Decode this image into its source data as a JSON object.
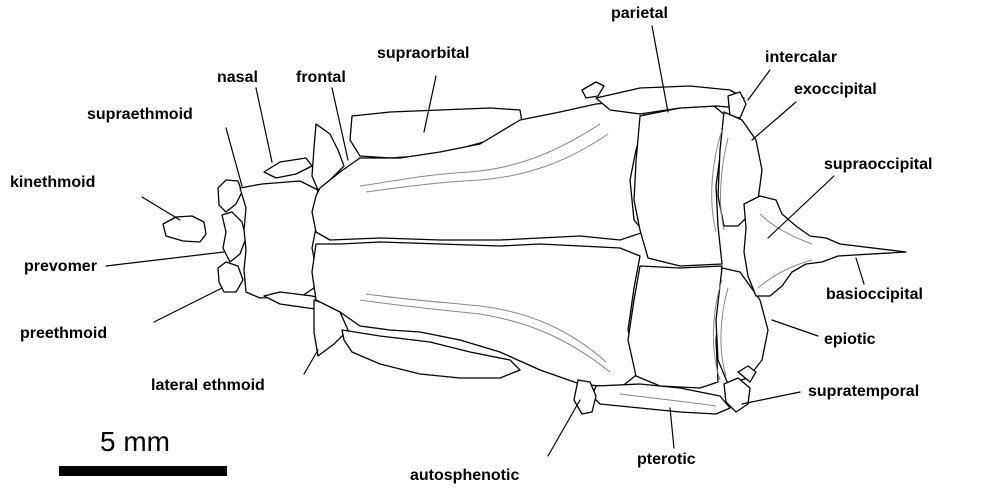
{
  "labels": {
    "parietal": "parietal",
    "intercalar": "intercalar",
    "exoccipital": "exoccipital",
    "supraorbital": "supraorbital",
    "nasal": "nasal",
    "frontal": "frontal",
    "supraethmoid": "supraethmoid",
    "kinethmoid": "kinethmoid",
    "supraoccipital": "supraoccipital",
    "prevomer": "prevomer",
    "basioccipital": "basioccipital",
    "preethmoid": "preethmoid",
    "epiotic": "epiotic",
    "lateral_ethmoid": "lateral ethmoid",
    "supratemporal": "supratemporal",
    "autosphenotic": "autosphenotic",
    "pterotic": "pterotic"
  },
  "scale": {
    "label": "5 mm"
  },
  "colors": {
    "ink": "#000000",
    "detail": "#888888",
    "fill": "#ffffff"
  }
}
